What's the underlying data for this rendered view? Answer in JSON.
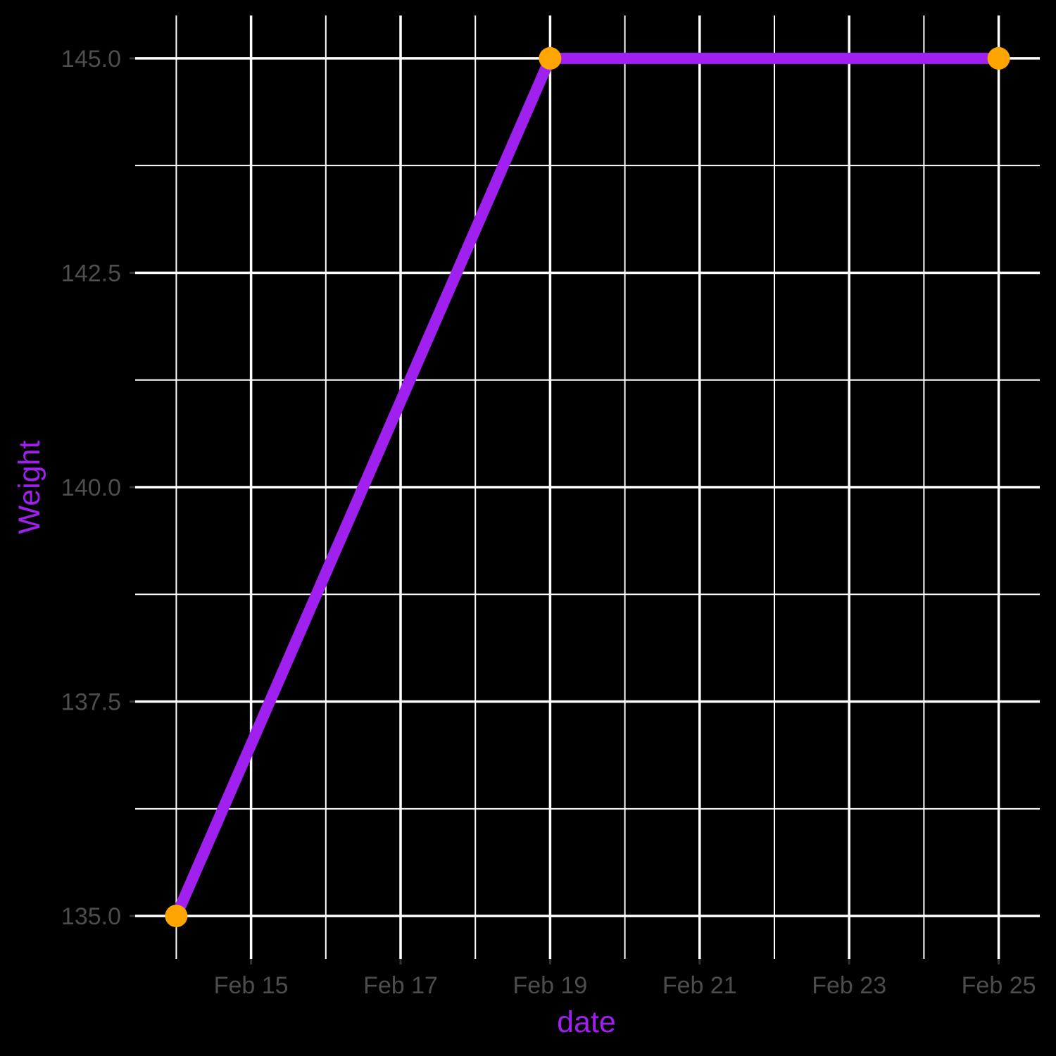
{
  "chart_data": {
    "type": "line",
    "title": "",
    "xlabel": "date",
    "ylabel": "Weight",
    "x": [
      "2024-02-14",
      "2024-02-19",
      "2024-02-25"
    ],
    "series": [
      {
        "values": [
          135.0,
          145.0,
          145.0
        ]
      }
    ],
    "xlim": [
      "2024-02-13.45",
      "2024-02-25.55"
    ],
    "ylim": [
      134.5,
      145.5
    ],
    "x_ticks": [
      {
        "date": "2024-02-15",
        "label": "Feb 15"
      },
      {
        "date": "2024-02-17",
        "label": "Feb 17"
      },
      {
        "date": "2024-02-19",
        "label": "Feb 19"
      },
      {
        "date": "2024-02-21",
        "label": "Feb 21"
      },
      {
        "date": "2024-02-23",
        "label": "Feb 23"
      },
      {
        "date": "2024-02-25",
        "label": "Feb 25"
      }
    ],
    "y_ticks": [
      {
        "value": 135.0,
        "label": "135.0"
      },
      {
        "value": 137.5,
        "label": "137.5"
      },
      {
        "value": 140.0,
        "label": "140.0"
      },
      {
        "value": 142.5,
        "label": "142.5"
      },
      {
        "value": 145.0,
        "label": "145.0"
      }
    ],
    "grid": true,
    "colors": {
      "background": "#000000",
      "grid": "#ffffff",
      "line": "#a020f0",
      "point": "#ffa500",
      "tick_label": "#4d4d4d",
      "axis_title": "#a020f0"
    }
  }
}
